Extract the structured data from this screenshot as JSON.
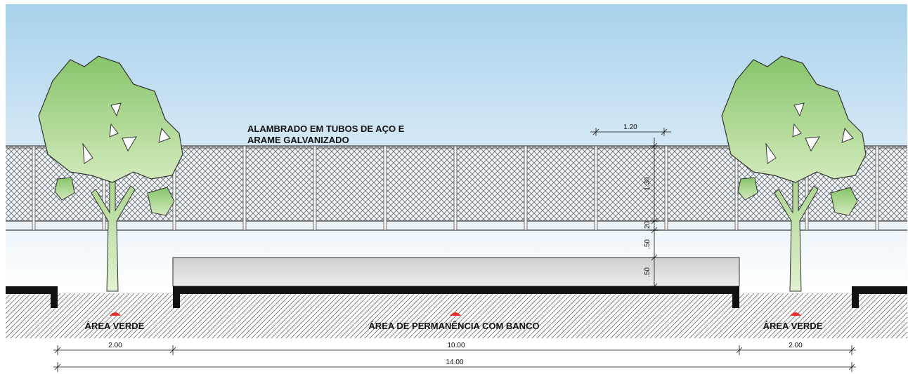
{
  "fence_label": [
    "ALAMBRADO EM TUBOS DE AÇO E",
    "ARAME GALVANIZADO"
  ],
  "zones": {
    "left": "ÁREA VERDE",
    "center": "ÁREA DE PERMANÊNCIA COM BANCO",
    "right": "ÁREA VERDE"
  },
  "dimensions": {
    "fence_post_spacing": "1.20",
    "fence_height": "1.30",
    "fence_base": ".20",
    "clearance": ".50",
    "bench_height": ".50",
    "left_green": "2.00",
    "center_area": "10.00",
    "right_green": "2.00",
    "total_width": "14.00"
  },
  "colors": {
    "sky_top": "#a9d2ec",
    "sky_bottom": "#ffffff",
    "tree_foliage_top": "#7fbf63",
    "tree_foliage_bottom": "#cfe8b4",
    "bench": "#d9d9d9",
    "marker": "#e8322a",
    "ground_hatch": "#666666"
  }
}
